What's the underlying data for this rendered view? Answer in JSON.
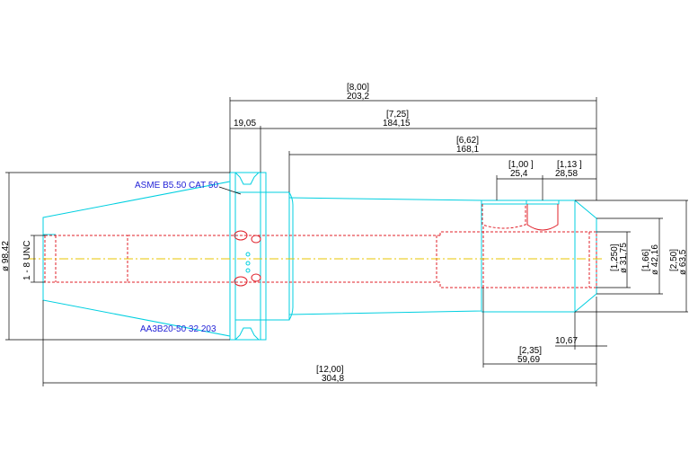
{
  "colors": {
    "outline": "#00cfe0",
    "hidden_lines": "#e0202a",
    "centerline": "#e8c400",
    "dimensions": "#000000",
    "notes": "#1f1fd6",
    "background": "#ffffff"
  },
  "notes": {
    "standard": "ASME B5.50 CAT 50",
    "part_number": "AA3B20-50 32 203"
  },
  "dimensions": {
    "d_overall_in": "[12,00]",
    "d_overall_mm": "304,8",
    "d_flange_to_end_in": "[8,00]",
    "d_flange_to_end_mm": "203,2",
    "d_flange_width_mm": "19,05",
    "d_face_to_end_in": "[7,25]",
    "d_face_to_end_mm": "184,15",
    "d_body_in": "[6,62]",
    "d_body_mm": "168,1",
    "d_groove_a_in": "[1,00 ]",
    "d_groove_a_mm": "25,4",
    "d_groove_b_in": "[1,13 ]",
    "d_groove_b_mm": "28,58",
    "d_bore_depth_in": "[2,35]",
    "d_bore_depth_mm": "59,69",
    "d_chamfer_mm": "10,67",
    "d_bore_dia_in": "[1,250]",
    "d_bore_dia_mm": "ø 31,75",
    "d_mid_dia_in": "[1,66]",
    "d_mid_dia_mm": "ø 42,16",
    "d_outer_dia_in": "[2,50]",
    "d_outer_dia_mm": "ø 63,5",
    "d_flange_dia": "ø 98,42",
    "d_thread": "1 - 8 UNC"
  }
}
